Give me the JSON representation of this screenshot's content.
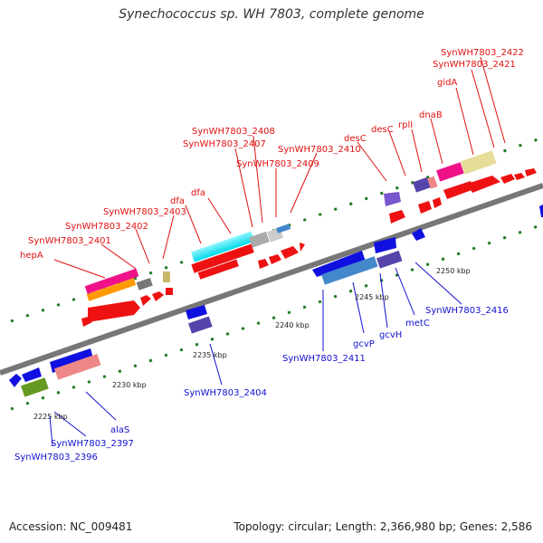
{
  "header": {
    "title": "Synechococcus sp. WH 7803, complete genome"
  },
  "footer": {
    "accession": "Accession: NC_009481",
    "summary": "Topology: circular; Length: 2,366,980 bp; Genes: 2,586"
  },
  "colors": {
    "backbone": "#777777",
    "forward_label": "#e01010",
    "reverse_label": "#1010d0",
    "tick_dots": "#1f7a1f"
  },
  "scale_ticks": [
    "2225 kbp",
    "2230 kbp",
    "2235 kbp",
    "2240 kbp",
    "2245 kbp",
    "2250 kbp"
  ],
  "labels_top": [
    "hepA",
    "SynWH7803_2401",
    "SynWH7803_2402",
    "SynWH7803_2403",
    "dfa",
    "dfa",
    "SynWH7803_2407",
    "SynWH7803_2408",
    "SynWH7803_2409",
    "SynWH7803_2410",
    "desC",
    "desC",
    "rplI",
    "dnaB",
    "gidA",
    "SynWH7803_2421",
    "SynWH7803_2422"
  ],
  "labels_bottom": [
    "SynWH7803_2396",
    "SynWH7803_2397",
    "alaS",
    "SynWH7803_2404",
    "SynWH7803_2411",
    "gcvP",
    "gcvH",
    "metC",
    "SynWH7803_2416"
  ]
}
